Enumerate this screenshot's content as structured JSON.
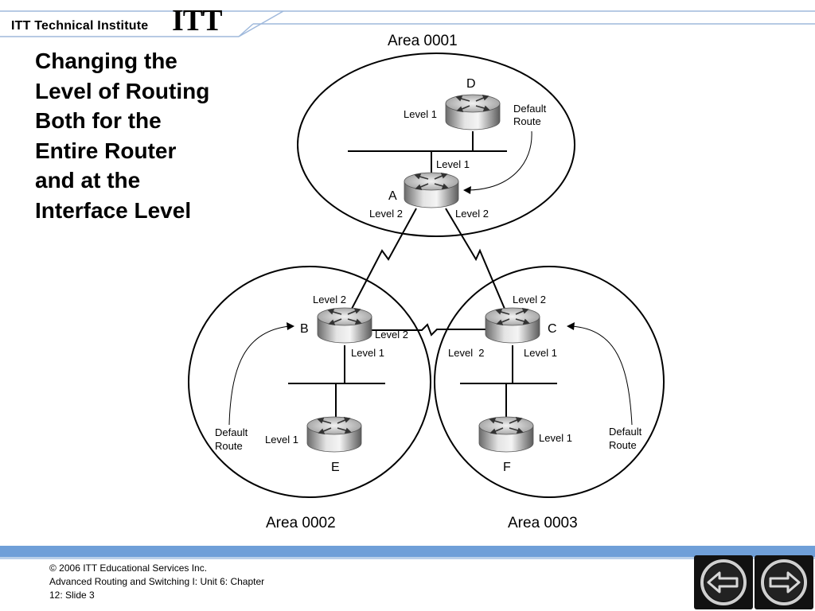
{
  "header": {
    "institute_name": "ITT Technical Institute",
    "logo_mark": "ITT"
  },
  "slide": {
    "title_lines": [
      "Changing the",
      "Level of Routing",
      "Both for the",
      "Entire Router",
      "and at the",
      "Interface Level"
    ]
  },
  "diagram": {
    "areas": {
      "top": "Area 0001",
      "left": "Area 0002",
      "right": "Area 0003"
    },
    "routers": {
      "a": "A",
      "b": "B",
      "c": "C",
      "d": "D",
      "e": "E",
      "f": "F"
    },
    "labels": {
      "d_level": "Level 1",
      "d_default_route_1": "Default",
      "d_default_route_2": "Route",
      "a_top_link": "Level 1",
      "a_left_link": "Level 2",
      "a_right_link": "Level 2",
      "b_top_link": "Level 2",
      "b_right_link": "Level 2",
      "b_bottom_link": "Level 1",
      "c_top_link": "Level 2",
      "c_left_link": "Level  2",
      "c_bottom_link": "Level 1",
      "e_level": "Level 1",
      "f_level": "Level 1",
      "left_default_route_1": "Default",
      "left_default_route_2": "Route",
      "right_default_route_1": "Default",
      "right_default_route_2": "Route"
    }
  },
  "footer": {
    "copyright": "© 2006 ITT Educational Services Inc.",
    "course_line_1": "Advanced Routing and Switching I: Unit 6: Chapter",
    "course_line_2": "12: Slide 3"
  },
  "colors": {
    "footer_bar": "#6f9fd8",
    "header_lines": "#9fb9dc"
  },
  "icons": {
    "router": "router-icon",
    "prev": "back-arrow-icon",
    "next": "forward-arrow-icon"
  }
}
